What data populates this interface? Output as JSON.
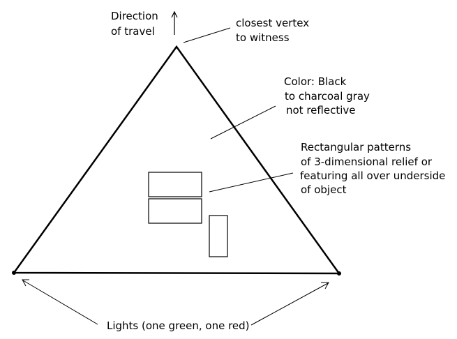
{
  "labels": {
    "direction": [
      "Direction",
      "of travel"
    ],
    "vertex": [
      "closest vertex",
      "to witness"
    ],
    "color": [
      "Color: Black",
      "to charcoal gray",
      "not reflective"
    ],
    "patterns": [
      "Rectangular patterns",
      "of 3-dimensional relief or",
      "featuring all over underside",
      "of object"
    ],
    "lights": "Lights (one green, one red)"
  },
  "colors": {
    "ink": "#000000",
    "background": "#ffffff"
  },
  "icons": {
    "direction_arrow": "arrow-up-icon",
    "light_arrows": "arrow-icon"
  }
}
